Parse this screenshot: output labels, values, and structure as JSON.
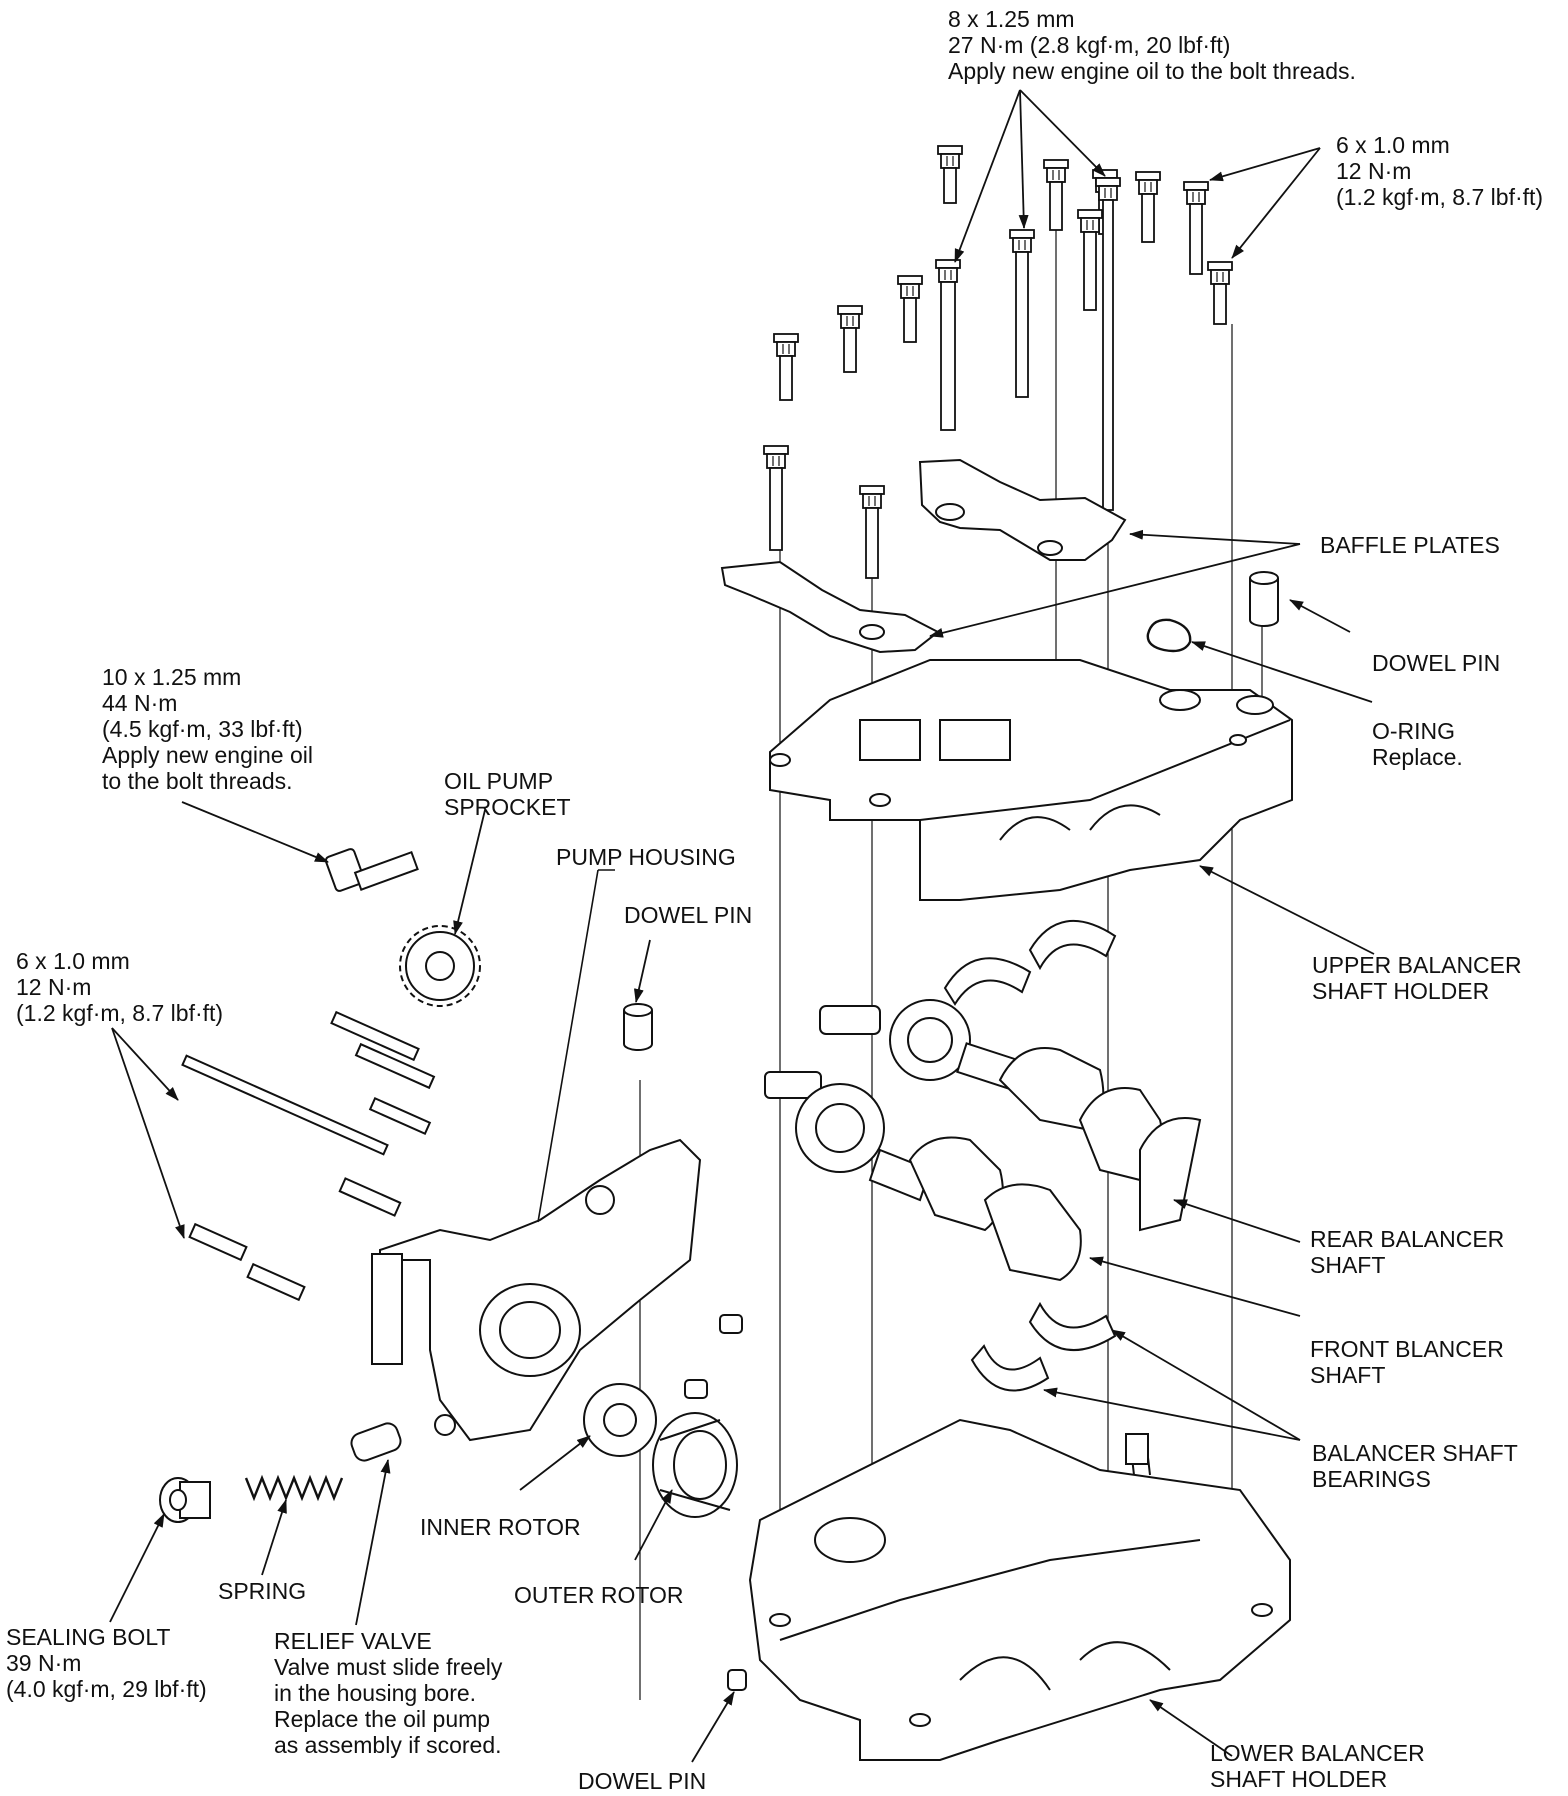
{
  "labels": {
    "top_bolts_8": [
      "8 x 1.25 mm",
      "27 N·m (2.8 kgf·m, 20 lbf·ft)",
      "Apply new engine oil to the bolt threads."
    ],
    "top_bolts_6": [
      "6 x 1.0 mm",
      "12 N·m",
      "(1.2 kgf·m, 8.7 lbf·ft)"
    ],
    "baffle_plates": "BAFFLE PLATES",
    "dowel_pin_right": "DOWEL PIN",
    "o_ring": [
      "O-RING",
      "Replace."
    ],
    "sprocket_bolt": [
      "10 x 1.25 mm",
      "44 N·m",
      "(4.5 kgf·m, 33 lbf·ft)",
      "Apply new engine oil",
      "to the bolt threads."
    ],
    "oil_pump_sprocket": [
      "OIL PUMP",
      "SPROCKET"
    ],
    "pump_housing": "PUMP HOUSING",
    "dowel_pin_mid": "DOWEL PIN",
    "pump_bolts": [
      "6 x 1.0 mm",
      "12 N·m",
      "(1.2 kgf·m, 8.7 lbf·ft)"
    ],
    "upper_holder": [
      "UPPER BALANCER",
      "SHAFT HOLDER"
    ],
    "rear_shaft": [
      "REAR BALANCER",
      "SHAFT"
    ],
    "front_shaft": [
      "FRONT BLANCER",
      "SHAFT"
    ],
    "bearings": [
      "BALANCER SHAFT",
      "BEARINGS"
    ],
    "inner_rotor": "INNER ROTOR",
    "outer_rotor": "OUTER ROTOR",
    "spring": "SPRING",
    "sealing_bolt": [
      "SEALING BOLT",
      "39 N·m",
      "(4.0 kgf·m, 29 lbf·ft)"
    ],
    "relief_valve": [
      "RELIEF VALVE",
      "Valve must slide freely",
      "in the housing bore.",
      "Replace the oil pump",
      "as assembly if scored."
    ],
    "dowel_pin_bottom": "DOWEL PIN",
    "lower_holder": [
      "LOWER BALANCER",
      "SHAFT HOLDER"
    ]
  }
}
